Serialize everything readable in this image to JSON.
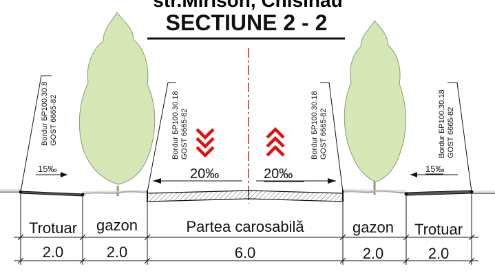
{
  "title_partial": "str.Mirison, Chisinau",
  "section_title": "SECTIUNE 2 - 2",
  "curb_labels": {
    "outer_left": {
      "line1": "Bordur БР100.30.8",
      "line2": "GOST 6665-82"
    },
    "inner_left": {
      "line1": "Bordur БР100.30.18",
      "line2": "GOST 6665-82"
    },
    "inner_right": {
      "line1": "Bordur БР100.30.18",
      "line2": "GOST 6665-82"
    },
    "outer_right": {
      "line1": "Bordur БР100.30.18",
      "line2": "GOST 6665-82"
    }
  },
  "slopes": {
    "left_sidewalk": "15‰",
    "left_carriageway": "20‰",
    "right_carriageway": "20‰",
    "right_sidewalk": "15‰"
  },
  "zones": [
    {
      "label": "Trotuar",
      "width": "2.0"
    },
    {
      "label": "gazon",
      "width": "2.0"
    },
    {
      "label": "Partea carosabilă",
      "width": "6.0"
    },
    {
      "label": "gazon",
      "width": "2.0"
    },
    {
      "label": "Trotuar",
      "width": "2.0"
    }
  ],
  "colors": {
    "line": "#111111",
    "axis": "#d11f1f",
    "chevrons": "#e01010",
    "tree": "#d7e6b5",
    "tree_edge": "#8a9a72",
    "grass": "#c9c9c9"
  }
}
